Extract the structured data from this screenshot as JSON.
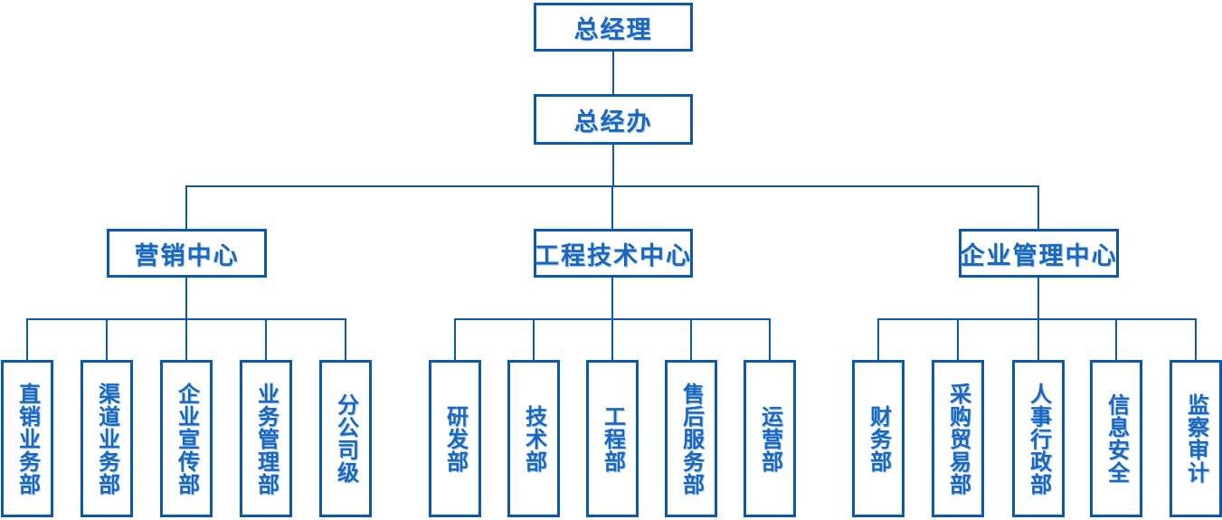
{
  "colors": {
    "line": "#0c59ac",
    "text": "#1a66c0",
    "background": "#ffffff"
  },
  "org": {
    "root": "总经理",
    "office": "总经办",
    "centers": [
      {
        "name": "营销中心",
        "departments": [
          "直销业务部",
          "渠道业务部",
          "企业宣传部",
          "业务管理部",
          "分公司级"
        ]
      },
      {
        "name": "工程技术中心",
        "departments": [
          "研发部",
          "技术部",
          "工程部",
          "售后服务部",
          "运营部"
        ]
      },
      {
        "name": "企业管理中心",
        "departments": [
          "财务部",
          "采购贸易部",
          "人事行政部",
          "信息安全",
          "监察审计"
        ]
      }
    ]
  }
}
